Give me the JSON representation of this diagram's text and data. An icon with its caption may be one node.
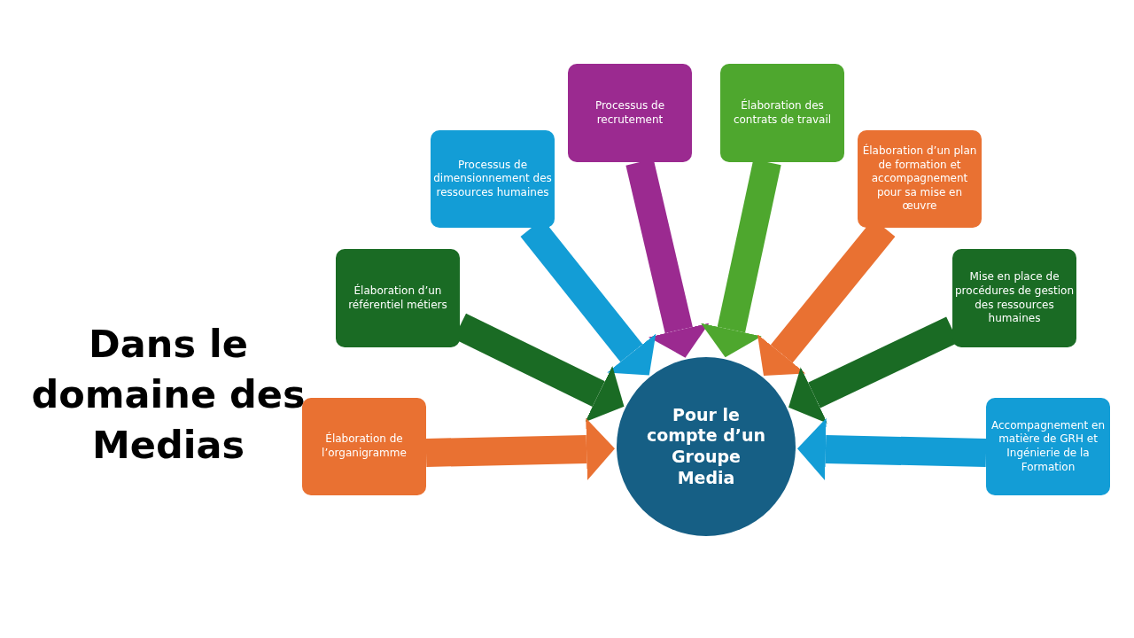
{
  "diagram": {
    "title": "Dans le domaine des Medias",
    "nodes": [
      {
        "text": [
          "Processus de recrutement"
        ]
      },
      {
        "text": [
          "Élaboration des contrats de travail"
        ]
      },
      {
        "text": [
          "Processus de dimensionnement des ressources humaines"
        ]
      },
      {
        "text": [
          "Élaboration d’un plan de formation et accompagnement pour sa mise en œuvre"
        ]
      },
      {
        "text": [
          "Élaboration d’un référentiel métiers"
        ]
      },
      {
        "text": [
          "Mise en place de procédures de gestion des ressources humaines"
        ]
      },
      {
        "text": [
          "Pour le compte d’un Groupe Media"
        ]
      },
      {
        "text": [
          "Élaboration de l’organigramme"
        ]
      },
      {
        "text": [
          "Accompagnement en matière de GRH et Ingénierie de la Formation"
        ]
      }
    ],
    "edges": [
      {
        "from": 0,
        "to": 6,
        "arrow": "to",
        "color": "#9b2a90"
      },
      {
        "from": 1,
        "to": 6,
        "arrow": "to",
        "color": "#4ea72e"
      },
      {
        "from": 2,
        "to": 6,
        "arrow": "to",
        "color": "#139dd6"
      },
      {
        "from": 3,
        "to": 6,
        "arrow": "to",
        "color": "#e97132"
      },
      {
        "from": 4,
        "to": 6,
        "arrow": "to",
        "color": "#1a6b24"
      },
      {
        "from": 5,
        "to": 6,
        "arrow": "to",
        "color": "#1a6b24"
      },
      {
        "from": 7,
        "to": 6,
        "arrow": "to",
        "color": "#e97132"
      },
      {
        "from": 8,
        "to": 6,
        "arrow": "to",
        "color": "#139dd6"
      }
    ]
  }
}
